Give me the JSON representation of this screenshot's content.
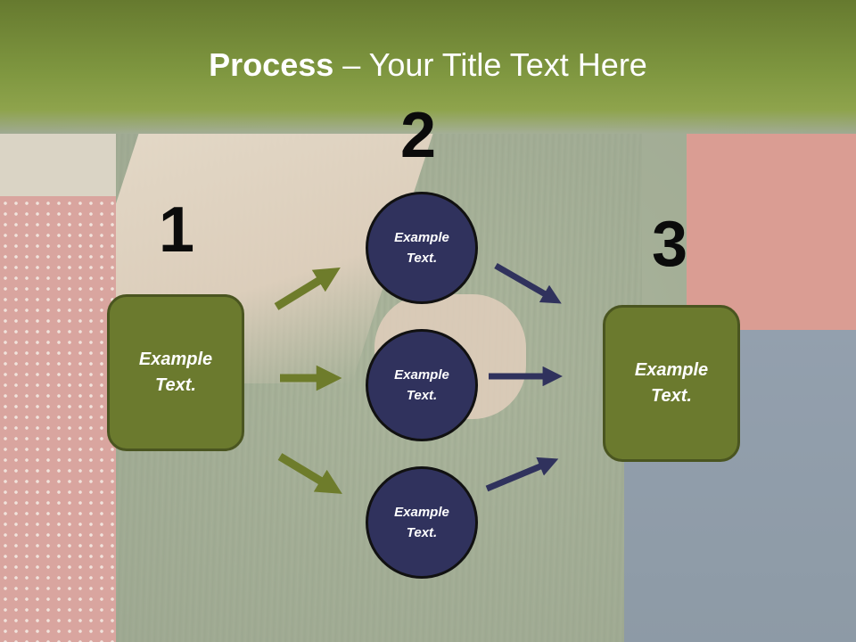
{
  "title": {
    "bold": "Process",
    "rest": " – Your Title Text Here"
  },
  "steps": [
    {
      "number": "1",
      "text_line1": "Example",
      "text_line2": "Text."
    },
    {
      "number": "2"
    },
    {
      "number": "3",
      "text_line1": "Example",
      "text_line2": "Text."
    }
  ],
  "circles": [
    {
      "text_line1": "Example",
      "text_line2": "Text."
    },
    {
      "text_line1": "Example",
      "text_line2": "Text."
    },
    {
      "text_line1": "Example",
      "text_line2": "Text."
    }
  ],
  "colors": {
    "green_box": "#6b7a2e",
    "green_arrow": "#6e7c2b",
    "navy": "#30325d",
    "title_bar": "#7f9740"
  }
}
